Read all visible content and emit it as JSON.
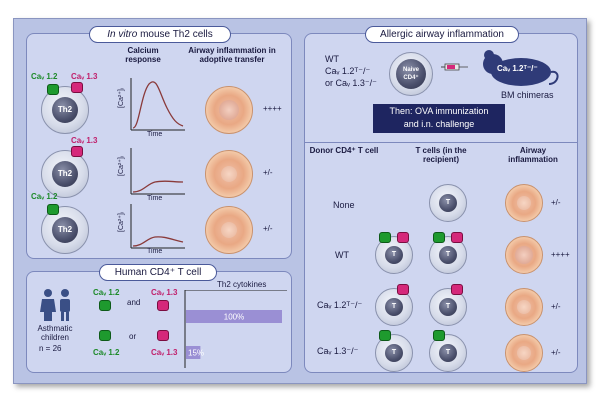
{
  "left_panel": {
    "title_italic": "In vitro",
    "title_rest": " mouse Th2 cells",
    "col_calcium": "Calcium response",
    "col_airway": "Airway inflammation in adoptive transfer",
    "channel_green": "Caᵥ 1.2",
    "channel_pink": "Caᵥ 1.3",
    "cell_label": "Th2",
    "axis_y": "[Ca²⁺]ᵢ",
    "axis_x": "Time",
    "rows": [
      {
        "score": "++++"
      },
      {
        "score": "+/-"
      },
      {
        "score": "+/-"
      }
    ]
  },
  "human_panel": {
    "title": "Human CD4⁺ T cell",
    "group_label": "Asthmatic children",
    "n_label": "n = 26",
    "row1_green": "Caᵥ 1.2",
    "row1_and": "and",
    "row1_pink": "Caᵥ 1.3",
    "row2_or": "or",
    "row2_green": "Caᵥ 1.2",
    "row2_pink": "Caᵥ 1.3",
    "cytokines_title": "Th2 cytokines",
    "bar1_label": "100%",
    "bar2_label": "15%"
  },
  "right_panel": {
    "title": "Allergic airway inflammation",
    "wt_line1": "WT",
    "wt_line2": "Caᵥ 1.2ᵀ⁻/⁻",
    "wt_line3": "or Caᵥ 1.3⁻/⁻",
    "naive_label": "Naive CD4⁺",
    "mouse_label": "Caᵥ 1.2ᵀ⁻/⁻",
    "bm_label": "BM chimeras",
    "then_line1": "Then: OVA immunization",
    "then_line2": "and i.n. challenge",
    "col_donor": "Donor CD4⁺ T cell",
    "col_tcells": "T cells (in the recipient)",
    "col_airway": "Airway inflammation",
    "t_label": "T",
    "rows": [
      {
        "donor": "None",
        "score": "+/-"
      },
      {
        "donor": "WT",
        "score": "++++"
      },
      {
        "donor": "Caᵥ 1.2ᵀ⁻/⁻",
        "score": "+/-"
      },
      {
        "donor": "Caᵥ 1.3⁻/⁻",
        "score": "+/-"
      }
    ]
  },
  "chart_data": {
    "type": "bar",
    "title": "Th2 cytokines",
    "categories": [
      "Cav1.2 and Cav1.3",
      "Cav1.2 or Cav1.3"
    ],
    "values": [
      100,
      15
    ],
    "ylim": [
      0,
      100
    ]
  },
  "colors": {
    "channel_green": "#1e9a2e",
    "channel_pink": "#d5287a",
    "bar": "#9a8fd4",
    "panel": "#cfd6f0",
    "background": "#b9c3e4"
  }
}
